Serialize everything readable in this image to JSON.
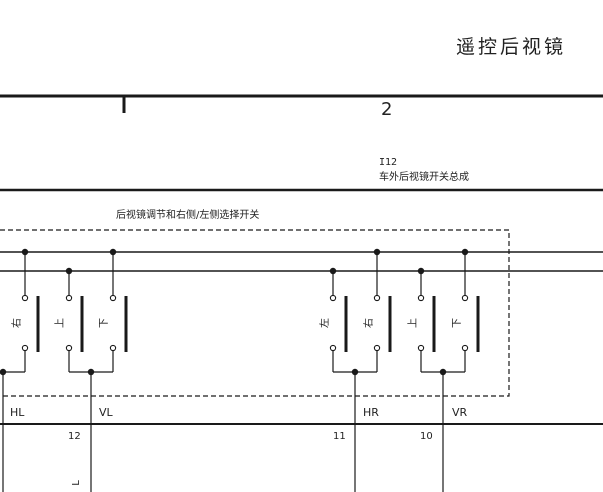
{
  "header": {
    "title": "遥控后视镜",
    "sheet_number": "2"
  },
  "component": {
    "id": "I12",
    "name": "车外后视镜开关总成"
  },
  "switch_box": {
    "title": "后视镜调节和右侧/左侧选择开关",
    "switch_labels": [
      "右",
      "上",
      "下",
      "左",
      "右",
      "上",
      "下"
    ]
  },
  "signals": [
    "HL",
    "VL",
    "HR",
    "VR"
  ],
  "pins": [
    "12",
    "11",
    "10"
  ],
  "bottom_label": "L",
  "colors": {
    "line": "#1a1a1a",
    "background": "#ffffff"
  }
}
